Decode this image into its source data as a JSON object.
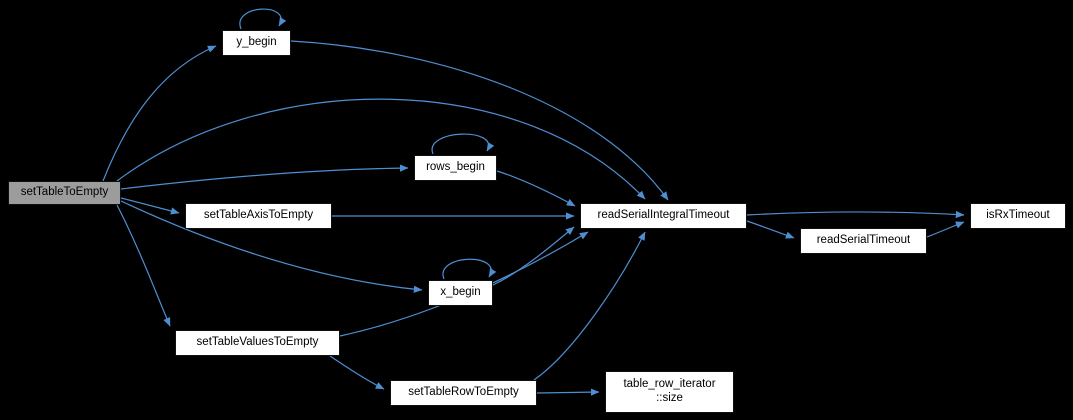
{
  "graph": {
    "type": "call-graph",
    "highlighted_node": "setTableToEmpty",
    "colors": {
      "background": "#000000",
      "edge": "#4e8fd2",
      "node-fill": "#ffffff",
      "node-border": "#101010",
      "highlight-fill": "#9c9c9c",
      "text": "#000000"
    },
    "nodes": {
      "setTableToEmpty": {
        "label": "setTableToEmpty"
      },
      "y_begin": {
        "label": "y_begin"
      },
      "rows_begin": {
        "label": "rows_begin"
      },
      "setTableAxisToEmpty": {
        "label": "setTableAxisToEmpty"
      },
      "x_begin": {
        "label": "x_begin"
      },
      "setTableValuesToEmpty": {
        "label": "setTableValuesToEmpty"
      },
      "setTableRowToEmpty": {
        "label": "setTableRowToEmpty"
      },
      "readSerialIntegralTimeout": {
        "label": "readSerialIntegralTimeout"
      },
      "readSerialTimeout": {
        "label": "readSerialTimeout"
      },
      "isRxTimeout": {
        "label": "isRxTimeout"
      },
      "table_row_iterator_size": {
        "label": "table_row_iterator\n::size"
      }
    },
    "edges": [
      {
        "from": "setTableToEmpty",
        "to": "y_begin"
      },
      {
        "from": "setTableToEmpty",
        "to": "readSerialIntegralTimeout"
      },
      {
        "from": "setTableToEmpty",
        "to": "rows_begin"
      },
      {
        "from": "setTableToEmpty",
        "to": "setTableAxisToEmpty"
      },
      {
        "from": "setTableToEmpty",
        "to": "x_begin"
      },
      {
        "from": "setTableToEmpty",
        "to": "setTableValuesToEmpty"
      },
      {
        "from": "y_begin",
        "to": "y_begin"
      },
      {
        "from": "y_begin",
        "to": "readSerialIntegralTimeout"
      },
      {
        "from": "rows_begin",
        "to": "rows_begin"
      },
      {
        "from": "rows_begin",
        "to": "readSerialIntegralTimeout"
      },
      {
        "from": "setTableAxisToEmpty",
        "to": "readSerialIntegralTimeout"
      },
      {
        "from": "x_begin",
        "to": "x_begin"
      },
      {
        "from": "x_begin",
        "to": "readSerialIntegralTimeout"
      },
      {
        "from": "setTableValuesToEmpty",
        "to": "readSerialIntegralTimeout"
      },
      {
        "from": "setTableValuesToEmpty",
        "to": "setTableRowToEmpty"
      },
      {
        "from": "setTableRowToEmpty",
        "to": "readSerialIntegralTimeout"
      },
      {
        "from": "setTableRowToEmpty",
        "to": "table_row_iterator_size"
      },
      {
        "from": "readSerialIntegralTimeout",
        "to": "readSerialTimeout"
      },
      {
        "from": "readSerialIntegralTimeout",
        "to": "isRxTimeout"
      },
      {
        "from": "readSerialTimeout",
        "to": "isRxTimeout"
      }
    ]
  }
}
